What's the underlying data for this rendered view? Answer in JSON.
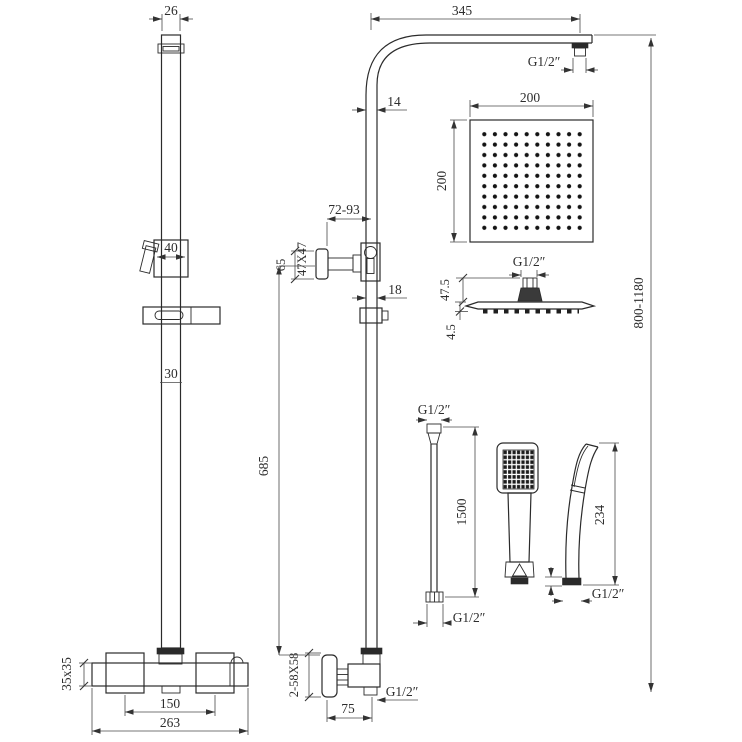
{
  "drawing": {
    "left_unit": {
      "rail_top_width": "26",
      "slider_width": "40",
      "rail_width": "30",
      "valve_body": "35x35",
      "handle_centers": "150",
      "valve_overall": "263"
    },
    "riser_unit": {
      "arm_length": "345",
      "arm_outlet_thread": "G1/2″",
      "upper_pipe": "14",
      "bracket_reach": "72-93",
      "bracket_height": "65",
      "bracket_plate": "47X47",
      "lower_pipe": "18",
      "riser_length": "685",
      "overall_height": "800-1180",
      "wall_plates": "2-58X58",
      "wall_offset": "75",
      "bottom_outlet_thread": "G1/2″"
    },
    "head_front": {
      "width": "200",
      "height": "200"
    },
    "head_side": {
      "thread": "G1/2″",
      "total_height": "47.5",
      "edge_thickness": "4.5"
    },
    "hose": {
      "top_thread": "G1/2″",
      "length": "1500",
      "bottom_thread": "G1/2″"
    },
    "handset": {
      "height": "234",
      "thread": "G1/2″"
    }
  }
}
